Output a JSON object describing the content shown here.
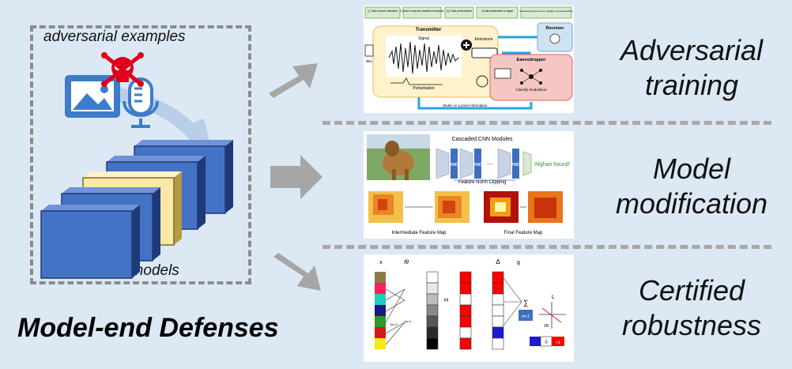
{
  "left": {
    "adversarial_examples_label": "adversarial examples",
    "deep_models_label": "deep models",
    "title": "Model-end Defenses"
  },
  "rows": [
    {
      "label_line1": "Adversarial",
      "label_line2": "training",
      "panel": {
        "steps": [
          "1) Train robust classifier",
          "2) Steal or assume classifier information",
          "3) Craft perturbation",
          "4) Add perturbation to signal",
          "5) Eavesdropper receives, classifies, and demodulates"
        ],
        "transmitter": "Transmitter",
        "signal": "Signal",
        "emissions": "Emissions",
        "perturbation": "Perturbation",
        "bits": "Bits",
        "receiver": "Receiver",
        "eavesdropper": "Eavesdropper",
        "classify": "Classify modulation",
        "stolen": "Stolen or a priori information"
      }
    },
    {
      "label_line1": "Model",
      "label_line2": "modification",
      "panel": {
        "cnn_title": "Cascaded CNN Modules",
        "clipping": "Feature Norm Clipping",
        "output": "'Afghan hound'",
        "intermediate": "Intermediate Feature Map",
        "final": "Final Feature Map",
        "fnc": "FNC"
      }
    },
    {
      "label_line1": "Certified",
      "label_line2": "robustness",
      "panel": {
        "x": "x",
        "f": "fθ",
        "delta": "Δ",
        "g": "g",
        "h": "H",
        "l": "L",
        "two_r": "2R",
        "ks3": "ks=3",
        "ks1": "ks=1",
        "m1": "m+1",
        "zero": "0",
        "plus1": "+1"
      }
    }
  ],
  "colors": {
    "background": "#dce8f4",
    "block_blue": "#4472c4",
    "block_dark": "#1f3a78",
    "block_cream": "#fbe8a6",
    "arrow_gray": "#a6a6a6",
    "icon_blue": "#3d7cc9",
    "skull_red": "#e0001b"
  }
}
